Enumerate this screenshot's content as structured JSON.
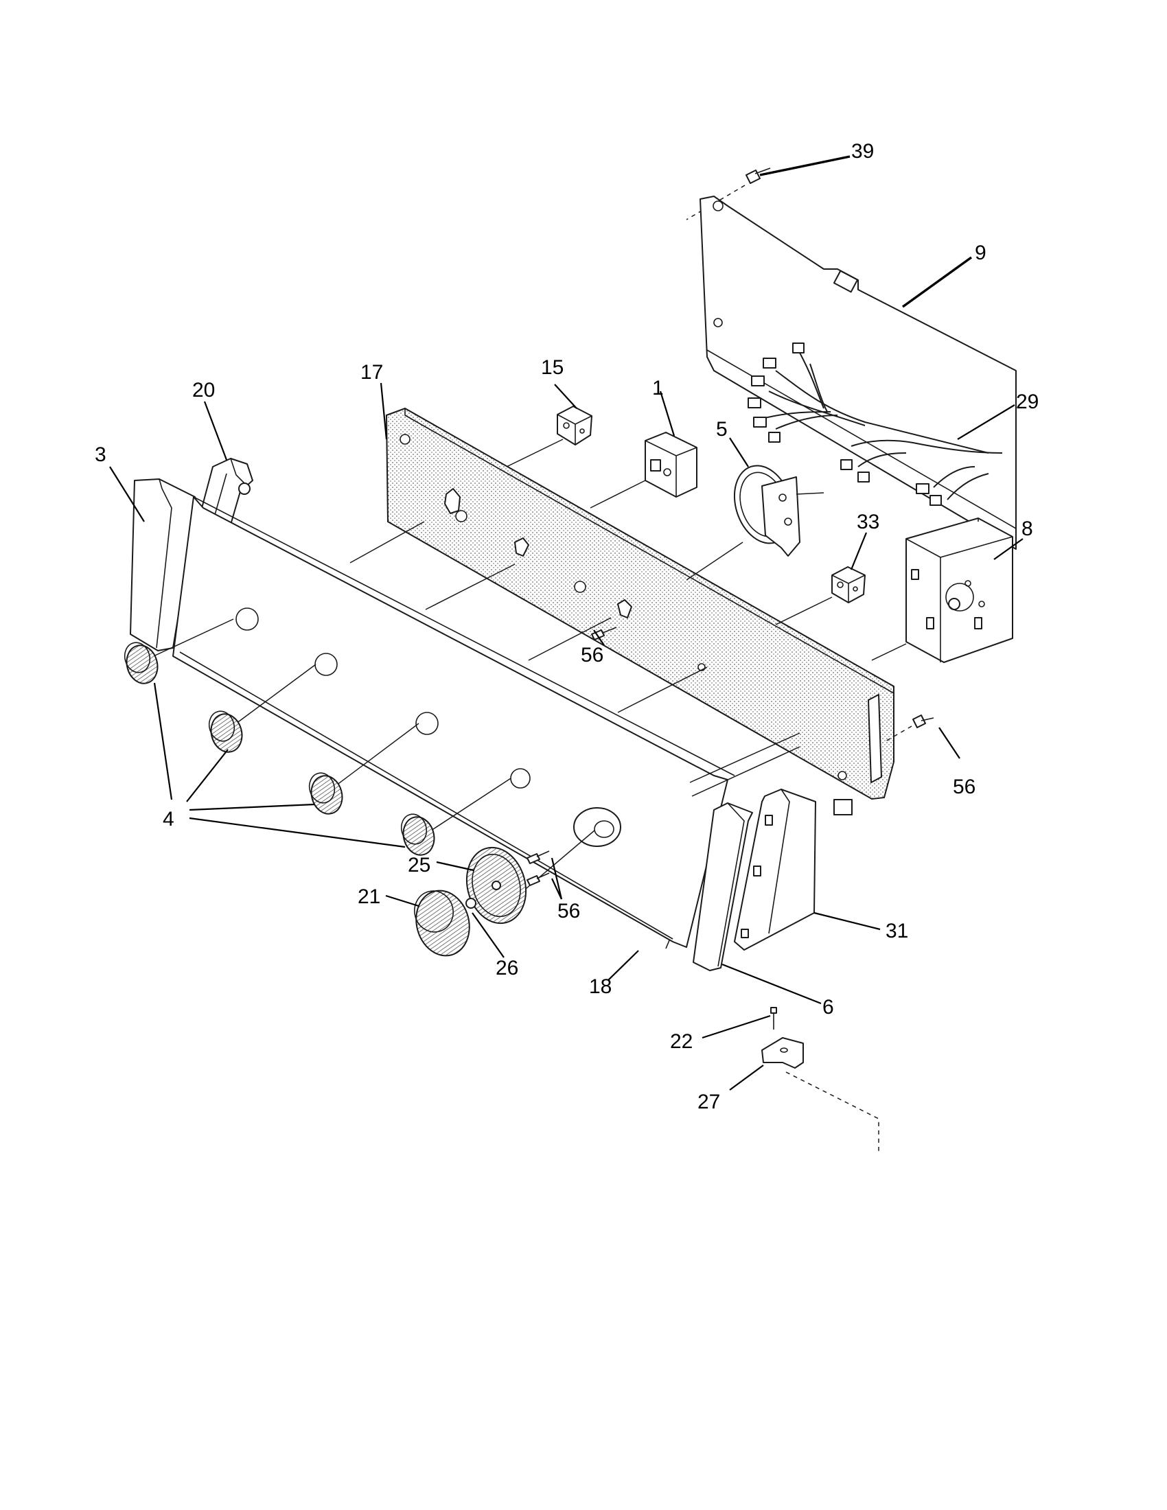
{
  "diagram": {
    "callouts": [
      {
        "id": "c39",
        "text": "39"
      },
      {
        "id": "c9",
        "text": "9"
      },
      {
        "id": "c29",
        "text": "29"
      },
      {
        "id": "c17",
        "text": "17"
      },
      {
        "id": "c15",
        "text": "15"
      },
      {
        "id": "c1",
        "text": "1"
      },
      {
        "id": "c5",
        "text": "5"
      },
      {
        "id": "c20",
        "text": "20"
      },
      {
        "id": "c3",
        "text": "3"
      },
      {
        "id": "c33",
        "text": "33"
      },
      {
        "id": "c8",
        "text": "8"
      },
      {
        "id": "c56a",
        "text": "56"
      },
      {
        "id": "c56b",
        "text": "56"
      },
      {
        "id": "c56c",
        "text": "56"
      },
      {
        "id": "c4",
        "text": "4"
      },
      {
        "id": "c25",
        "text": "25"
      },
      {
        "id": "c21",
        "text": "21"
      },
      {
        "id": "c26",
        "text": "26"
      },
      {
        "id": "c18",
        "text": "18"
      },
      {
        "id": "c31",
        "text": "31"
      },
      {
        "id": "c6",
        "text": "6"
      },
      {
        "id": "c22",
        "text": "22"
      },
      {
        "id": "c27",
        "text": "27"
      }
    ]
  }
}
